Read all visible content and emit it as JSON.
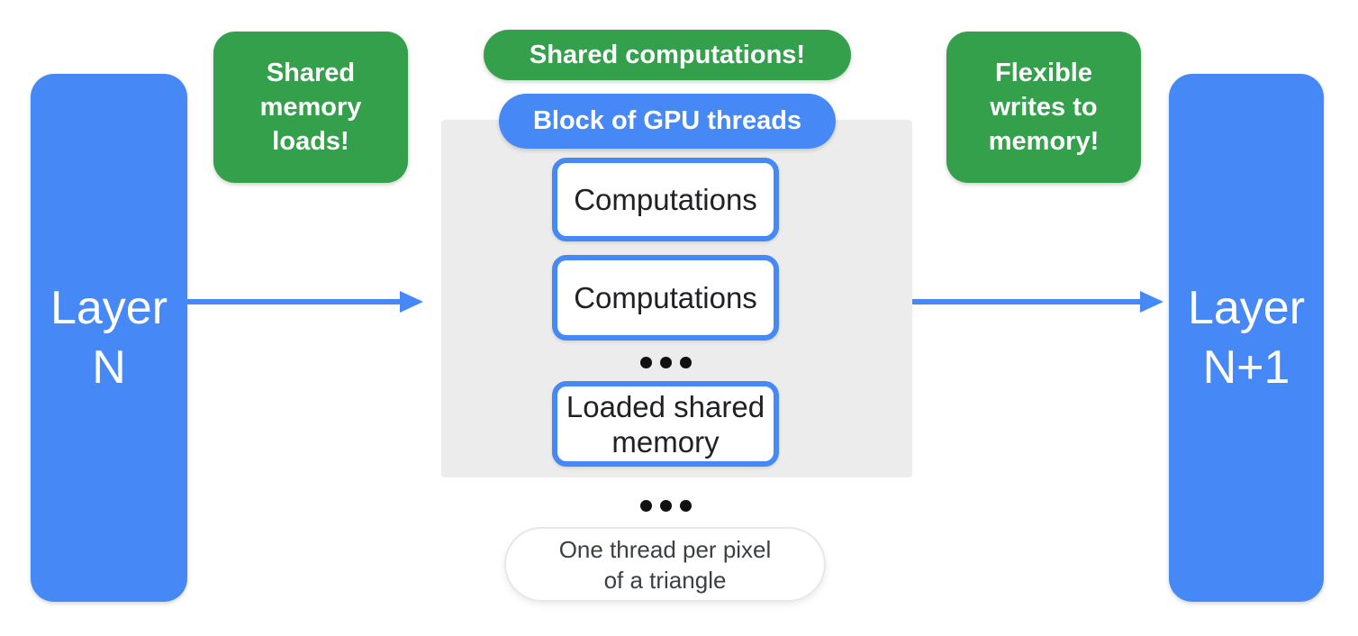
{
  "colors": {
    "blue": "#4689F6",
    "green": "#34A04C",
    "gray_block": "#ECECEC",
    "box_text": "#202124",
    "note_text": "#3C4043",
    "white": "#FFFFFF"
  },
  "left_layer": {
    "line1": "Layer",
    "line2": "N"
  },
  "right_layer": {
    "line1": "Layer",
    "line2": "N+1"
  },
  "callouts": {
    "left": {
      "line1": "Shared",
      "line2": "memory",
      "line3": "loads!"
    },
    "top": {
      "label": "Shared computations!"
    },
    "right": {
      "line1": "Flexible",
      "line2": "writes to",
      "line3": "memory!"
    }
  },
  "gpu_block": {
    "header": "Block of GPU threads",
    "computation_boxes": [
      "Computations",
      "Computations"
    ],
    "loaded_memory": {
      "line1": "Loaded shared",
      "line2": "memory"
    }
  },
  "bottom_note": {
    "line1": "One thread per pixel",
    "line2": "of a triangle"
  }
}
